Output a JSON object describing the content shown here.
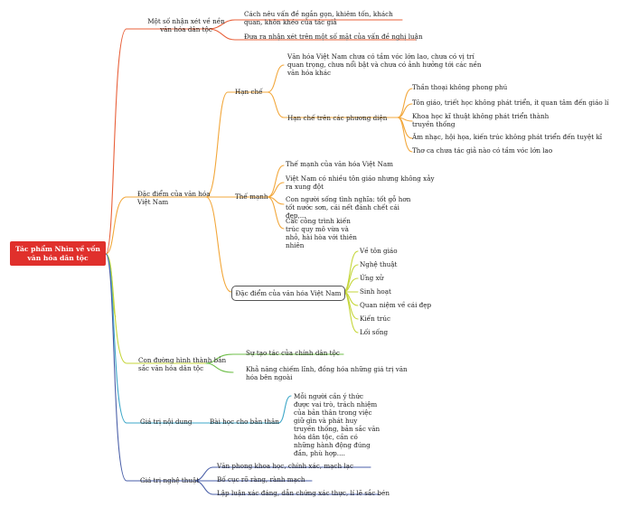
{
  "root": {
    "label": "Tác phẩm Nhìn về vốn văn hóa dân tộc"
  },
  "colors": {
    "root": "#e0302c",
    "branch1": "#e8603a",
    "branch2": "#f2a73b",
    "branch3": "#c5d63a",
    "branch4": "#6fbf4a",
    "branch5": "#3da7c8",
    "branch6": "#4a5fa8"
  },
  "b1": {
    "label": "Một số nhận xét về nền văn hóa dân tộc",
    "items": [
      "Cách nêu vấn đề ngắn gọn, khiêm tốn, khách quan, khôn khéo của tác giả",
      "Đưa ra nhận xét trên một số mặt của vấn đề nghị luận"
    ]
  },
  "b2": {
    "label": "Đặc điểm của văn hóa Việt Nam",
    "han_che": {
      "label": "Hạn chế",
      "item1": "Văn hóa Việt Nam chưa có tầm vóc lớn lao, chưa có vị trí quan trọng, chưa nổi bật và chưa có ảnh hưởng tới các nền văn hóa khác",
      "sub": {
        "label": "Hạn chế trên các phương diện",
        "items": [
          "Thần thoại không phong phú",
          "Tôn giáo, triết học không phát triển, ít quan tâm đến giáo lí",
          "Khoa học kĩ thuật không phát triển thành truyền thống",
          "Âm nhạc, hội họa, kiến trúc không phát triển đến tuyệt kĩ",
          "Thơ ca chưa tác giả nào có tầm vóc lớn lao"
        ]
      }
    },
    "the_manh": {
      "label": "Thế mạnh",
      "items": [
        "Thế mạnh của văn hóa Việt Nam",
        "Việt Nam có nhiều tôn giáo nhưng không xảy ra xung đột",
        "Con người sống tình nghĩa: tốt gỗ hơn tốt nước sơn, cái nết đánh chết cái đẹp,...",
        "Các công trình kiến trúc quy mô vừa và nhỏ, hài hòa với thiên nhiên"
      ]
    },
    "dac_diem": {
      "label": "Đặc điểm của văn hóa Việt Nam",
      "items": [
        "Về tôn giáo",
        "Nghệ thuật",
        "Ứng xử",
        "Sinh hoạt",
        "Quan niệm về cái đẹp",
        "Kiến trúc",
        "Lối sống"
      ]
    }
  },
  "b3": {
    "label": "Con đường hình thành bản sắc văn hóa dân tộc",
    "items": [
      "Sự tạo tác của chính dân tộc",
      "Khả năng chiếm lĩnh, đồng hóa những giá trị văn hóa bên ngoài"
    ]
  },
  "b4": {
    "label": "Giá trị nội dung",
    "sub": "Bài học cho bản thân",
    "item": "Mỗi người cần ý thức được vai trò, trách nhiệm của bản thân trong việc giữ gìn và phát huy truyền thống, bản sắc văn hóa dân tộc, cần có những hành động đúng đắn, phù hợp...."
  },
  "b5": {
    "label": "Giá trị nghệ thuật",
    "items": [
      "Văn phong khoa học, chính xác, mạch lạc",
      "Bố cục rõ ràng, rành mạch",
      "Lập luận xác đáng, dẫn chứng xác thực, lí lẽ sắc bén"
    ]
  }
}
